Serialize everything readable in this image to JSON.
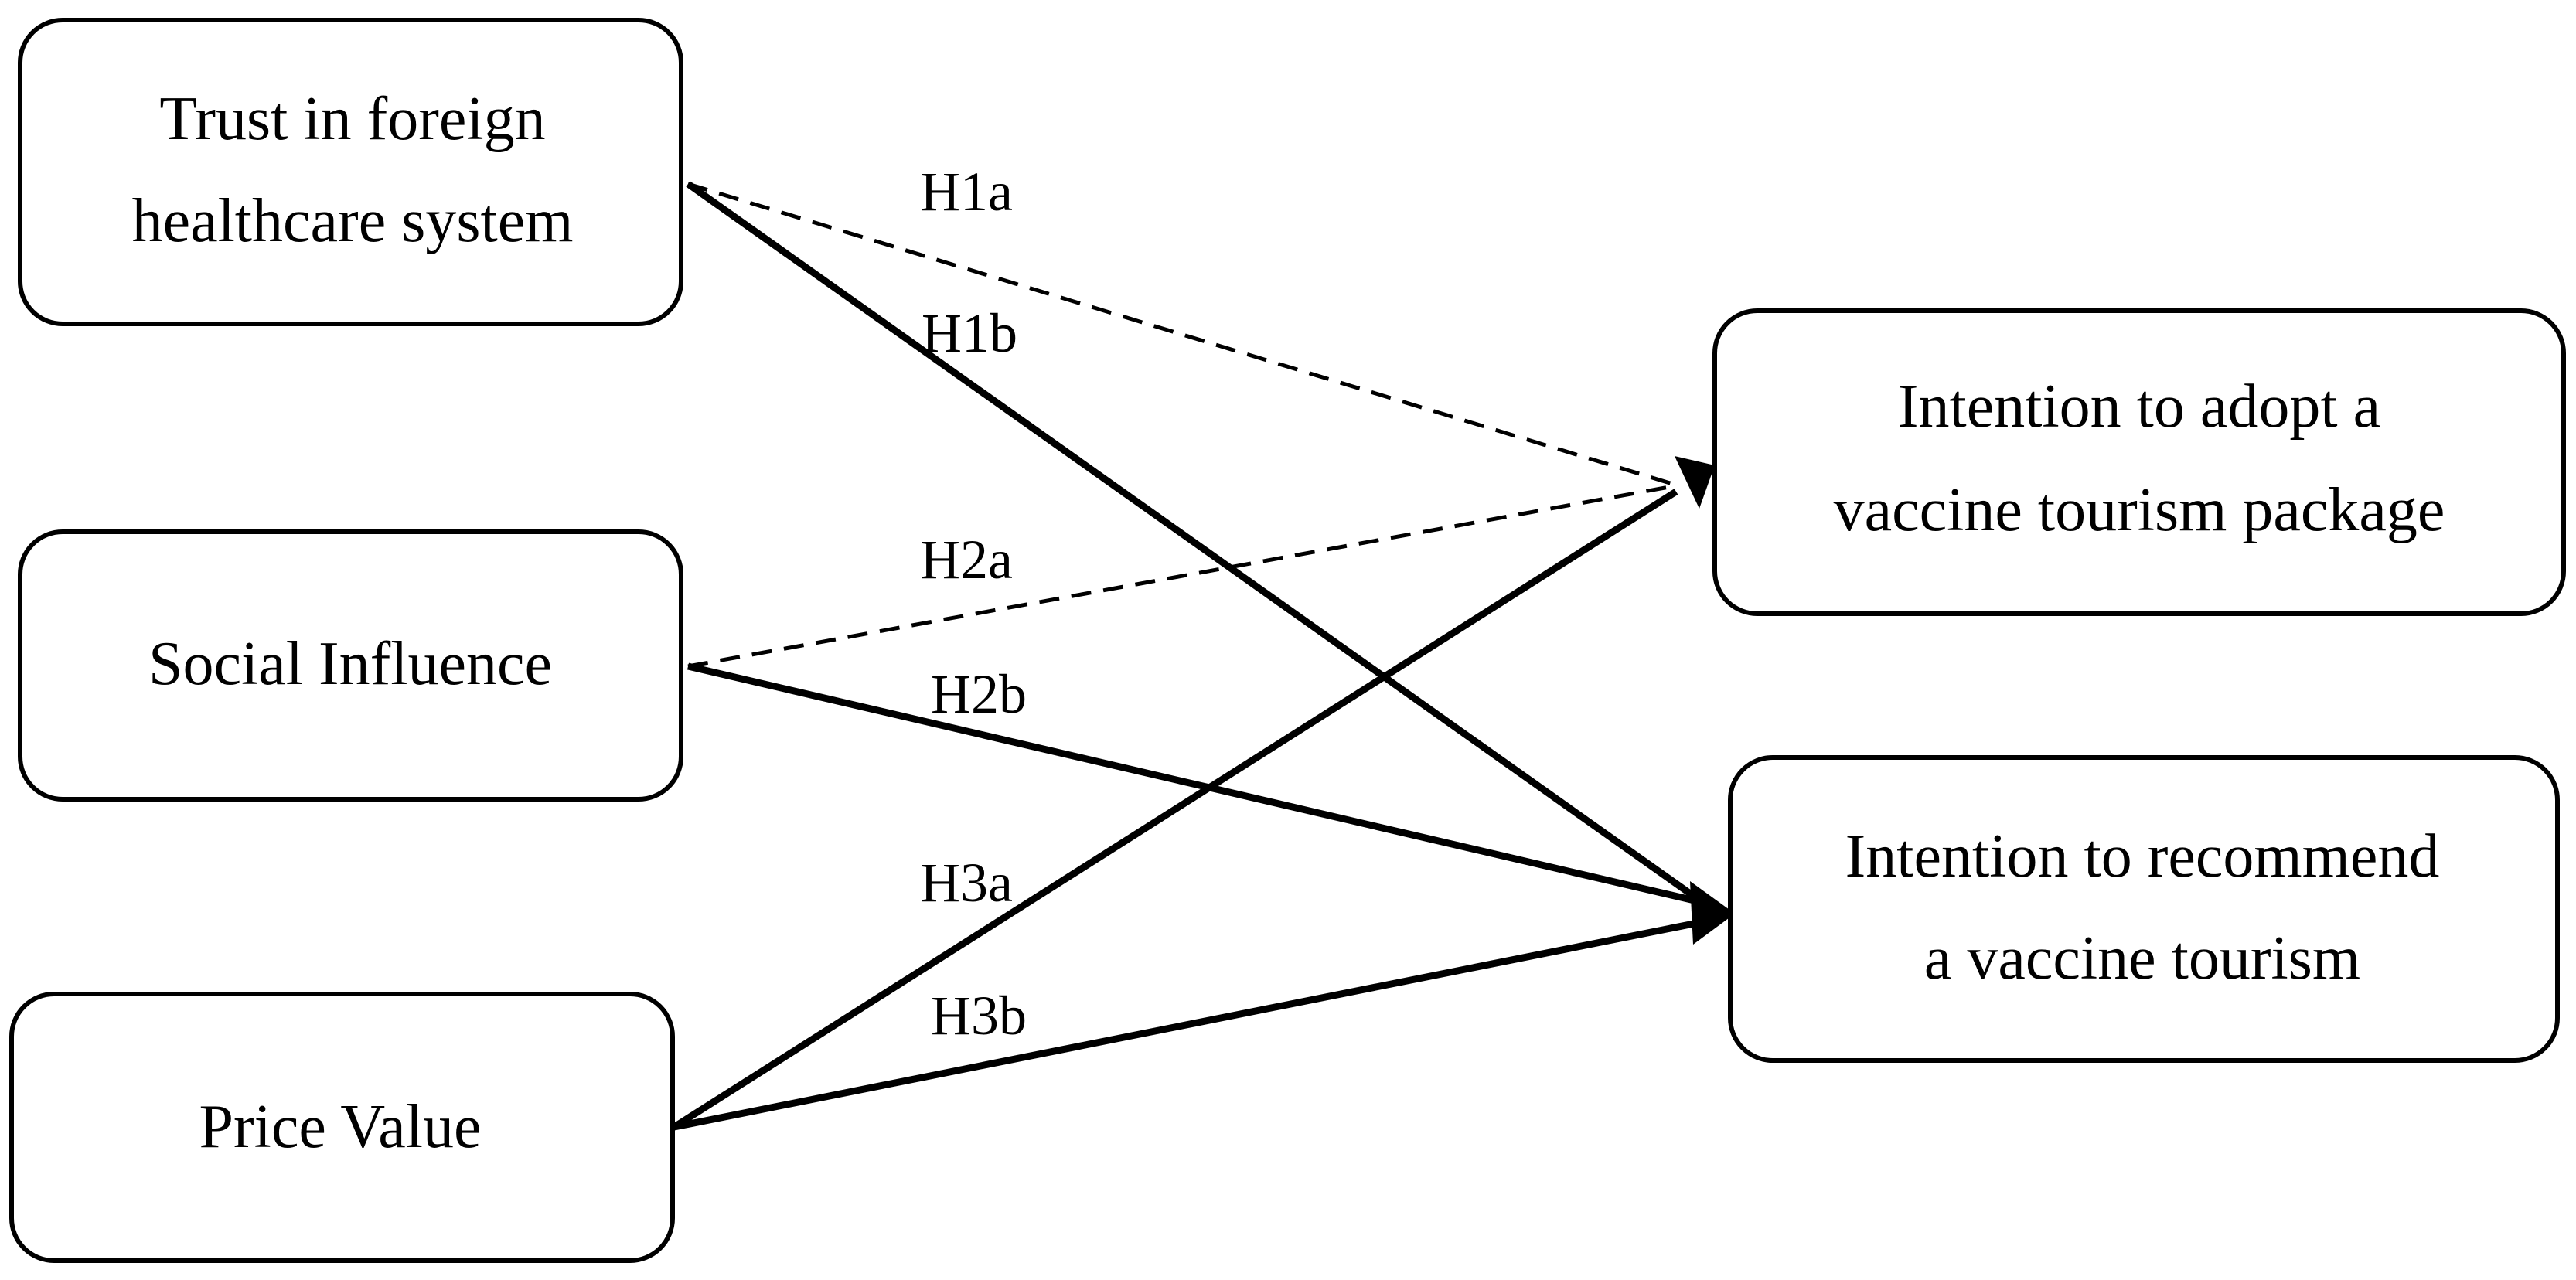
{
  "constructs": {
    "trust": {
      "line1": "Trust in foreign",
      "line2": "healthcare system"
    },
    "social": {
      "line1": "Social Influence"
    },
    "price": {
      "line1": "Price Value"
    },
    "adopt": {
      "line1": "Intention to adopt a",
      "line2": "vaccine tourism package"
    },
    "recommend": {
      "line1": "Intention to recommend",
      "line2": "a vaccine tourism"
    }
  },
  "hypotheses": {
    "h1a": {
      "label": "H1a",
      "style": "dashed"
    },
    "h1b": {
      "label": "H1b",
      "style": "solid"
    },
    "h2a": {
      "label": "H2a",
      "style": "dashed"
    },
    "h2b": {
      "label": "H2b",
      "style": "solid"
    },
    "h3a": {
      "label": "H3a",
      "style": "solid"
    },
    "h3b": {
      "label": "H3b",
      "style": "solid"
    }
  },
  "colors": {
    "stroke": "#000000",
    "background": "#ffffff"
  }
}
